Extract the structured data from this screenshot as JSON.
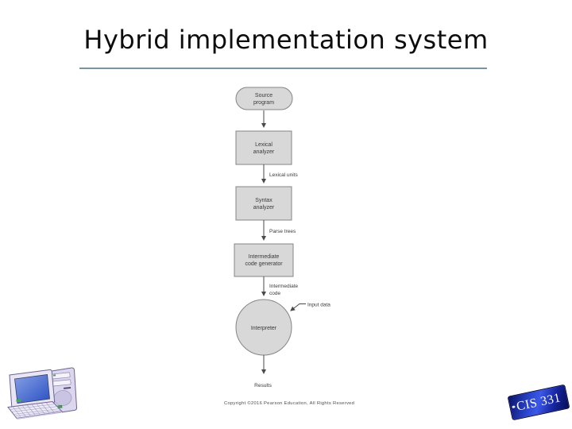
{
  "slide": {
    "title": "Hybrid implementation system",
    "copyright": "Copyright ©2016 Pearson Education, All Rights Reserved",
    "badge_label": "CIS 331"
  },
  "diagram": {
    "type": "flowchart",
    "nodes": [
      {
        "shape": "stadium",
        "lines": [
          "Source",
          "program"
        ]
      },
      {
        "shape": "rect",
        "lines": [
          "Lexical",
          "analyzer"
        ]
      },
      {
        "shape": "rect",
        "lines": [
          "Syntax",
          "analyzer"
        ]
      },
      {
        "shape": "rect",
        "lines": [
          "Intermediate",
          "code generator"
        ]
      },
      {
        "shape": "circle",
        "lines": [
          "Interpreter"
        ]
      }
    ],
    "edge_labels": [
      {
        "lines": [
          "Lexical units"
        ]
      },
      {
        "lines": [
          "Parse trees"
        ]
      },
      {
        "lines": [
          "Intermediate",
          "code"
        ]
      },
      {
        "lines": [
          "Input data"
        ]
      },
      {
        "lines": [
          "Results"
        ]
      }
    ]
  },
  "icons": {
    "computer_clipart": "desktop-computer-illustration"
  },
  "colors": {
    "title_text": "#0d0d0d",
    "underline": "#7b94a3",
    "node_fill": "#d8d8d8",
    "node_border": "#858585",
    "diagram_text": "#3a3a3a",
    "arrow": "#4a4a4a",
    "badge_blue": "#1c2fa8",
    "badge_text": "#ffffff",
    "screen_blue": "#2a50c4",
    "clipart_body": "#e6e3f4"
  }
}
